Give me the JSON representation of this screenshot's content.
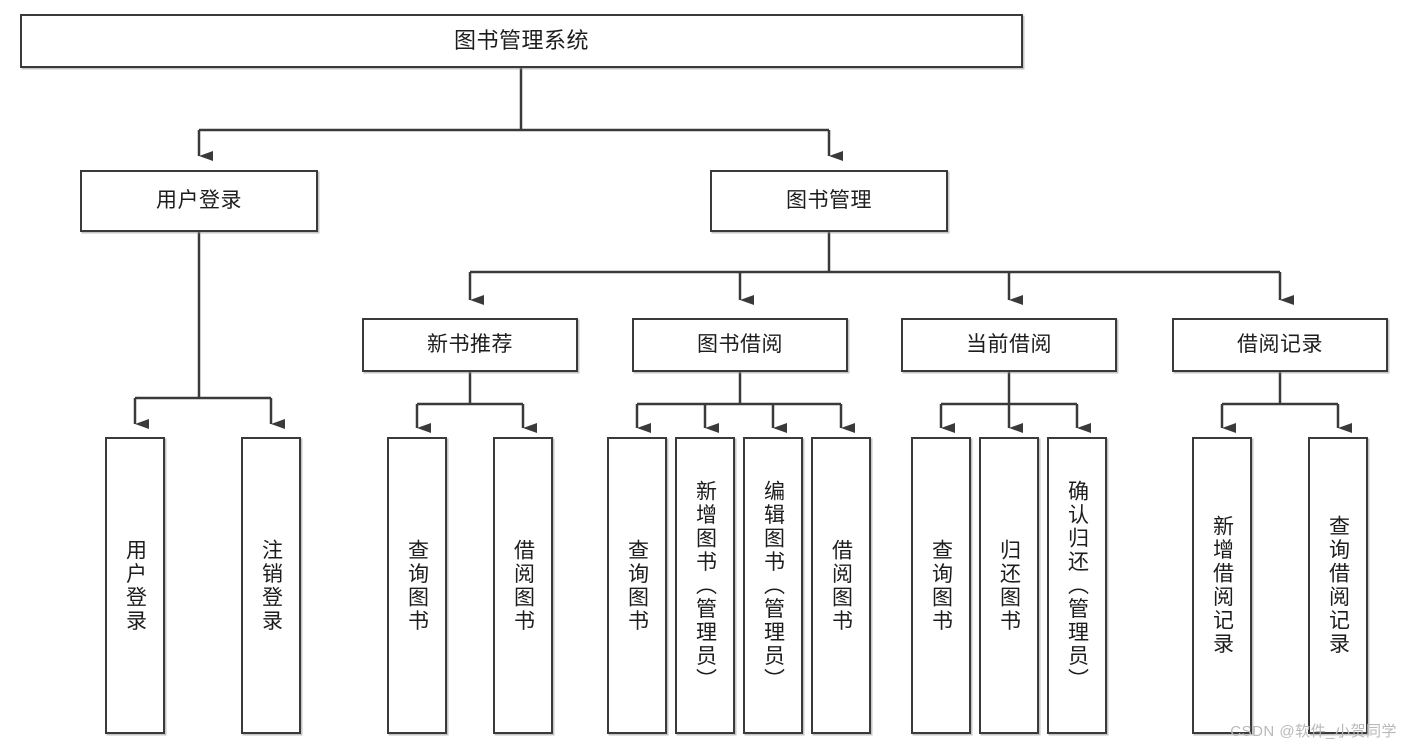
{
  "diagram": {
    "title": "图书管理系统",
    "watermark": "CSDN @软件_小贺同学",
    "colors": {
      "box_border": "#3a3a3a",
      "box_fill": "#ffffff",
      "edge": "#3a3a3a",
      "text": "#1d1d1d",
      "watermark": "#b9b9b9"
    },
    "nodes": {
      "root": {
        "label": "图书管理系统"
      },
      "level2": [
        {
          "label": "用户登录"
        },
        {
          "label": "图书管理"
        }
      ],
      "level3": [
        {
          "label": "新书推荐"
        },
        {
          "label": "图书借阅"
        },
        {
          "label": "当前借阅"
        },
        {
          "label": "借阅记录"
        }
      ],
      "leaves": {
        "user_login": [
          {
            "label": "用户登录"
          },
          {
            "label": "注销登录"
          }
        ],
        "new_book": [
          {
            "label": "查询图书"
          },
          {
            "label": "借阅图书"
          }
        ],
        "book_borrow": [
          {
            "label": "查询图书"
          },
          {
            "label": "新增图书（管理员）"
          },
          {
            "label": "编辑图书（管理员）"
          },
          {
            "label": "借阅图书"
          }
        ],
        "current_borrow": [
          {
            "label": "查询图书"
          },
          {
            "label": "归还图书"
          },
          {
            "label": "确认归还（管理员）"
          }
        ],
        "borrow_record": [
          {
            "label": "新增借阅记录"
          },
          {
            "label": "查询借阅记录"
          }
        ]
      }
    }
  }
}
